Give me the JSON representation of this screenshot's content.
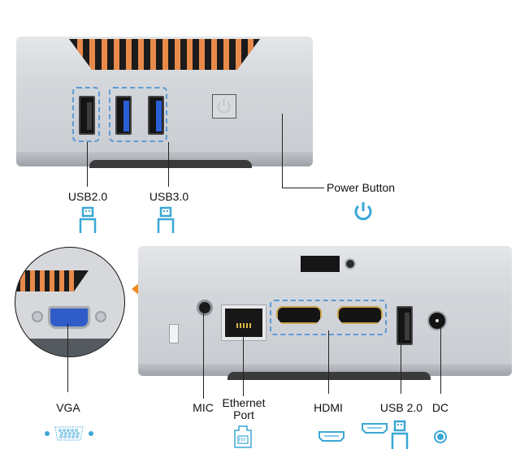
{
  "front_panel": {
    "labels": {
      "usb2": "USB2.0",
      "usb3": "USB3.0",
      "power": "Power Button"
    },
    "icons": [
      "usb-icon",
      "usb-icon",
      "power-icon"
    ]
  },
  "back_panel": {
    "labels": {
      "vga": "VGA",
      "mic": "MIC",
      "ethernet_line1": "Ethernet",
      "ethernet_line2": "Port",
      "hdmi": "HDMI",
      "usb2": "USB 2.0",
      "dc": "DC"
    },
    "icons": [
      "vga-icon",
      "ethernet-icon",
      "hdmi-icon",
      "hdmi-icon",
      "usb-icon",
      "dc-icon"
    ]
  },
  "colors": {
    "accent_blue": "#3aa7d6",
    "dashed_outline": "#5b9bd5",
    "vent_orange": "#e88a4a",
    "arrow_orange": "#f28a1e",
    "usb3_blue": "#2a5fd6",
    "hdmi_gold": "#c9a24a"
  }
}
